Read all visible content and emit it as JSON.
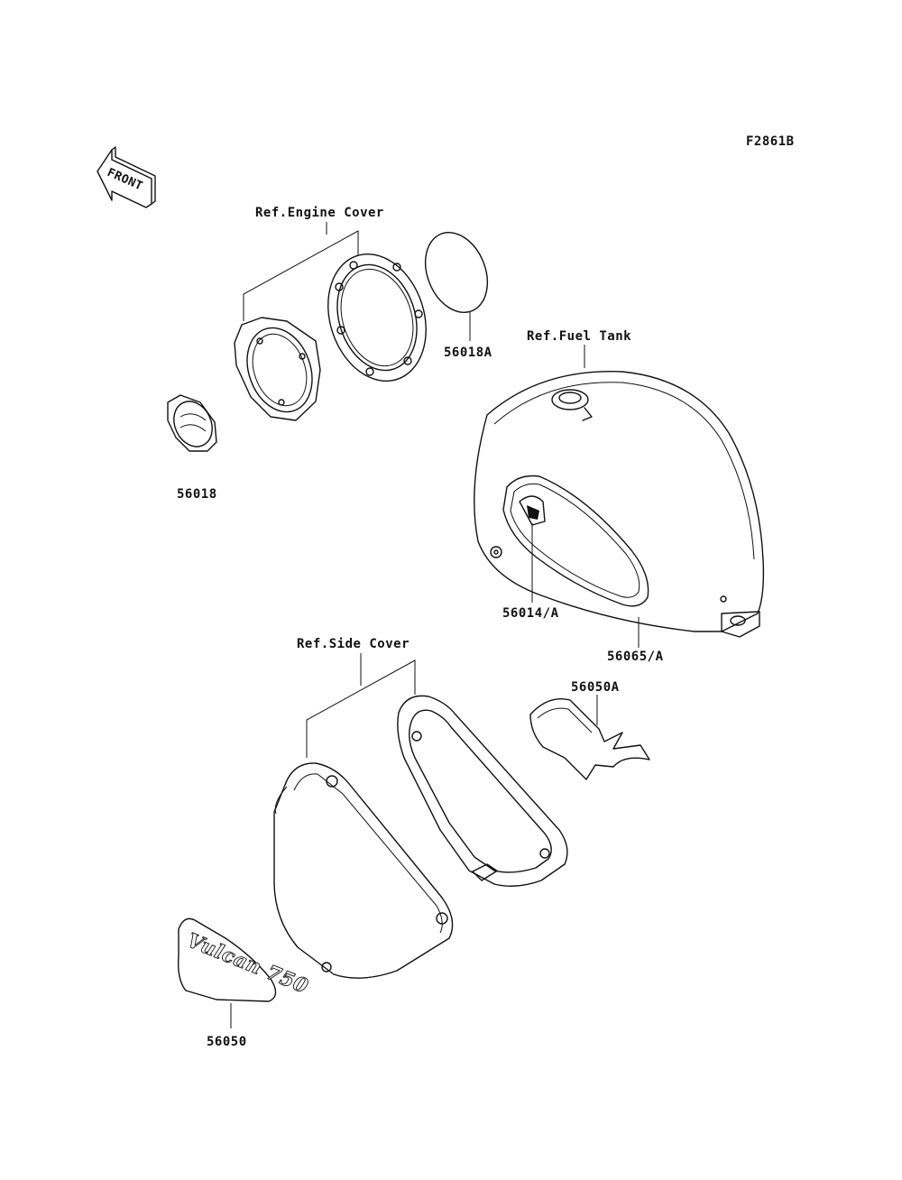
{
  "figure_code": "F2861B",
  "front_arrow_label": "FRONT",
  "refs": {
    "engine_cover": "Ref.Engine Cover",
    "fuel_tank": "Ref.Fuel Tank",
    "side_cover": "Ref.Side Cover"
  },
  "parts": {
    "emblem_small": "56018",
    "emblem_ring": "56018A",
    "tank_emblem": "56014/A",
    "tank_stripe": "56065/A",
    "side_decal_a": "56050A",
    "side_decal": "56050"
  },
  "emblem_text": "Vulcan 750"
}
